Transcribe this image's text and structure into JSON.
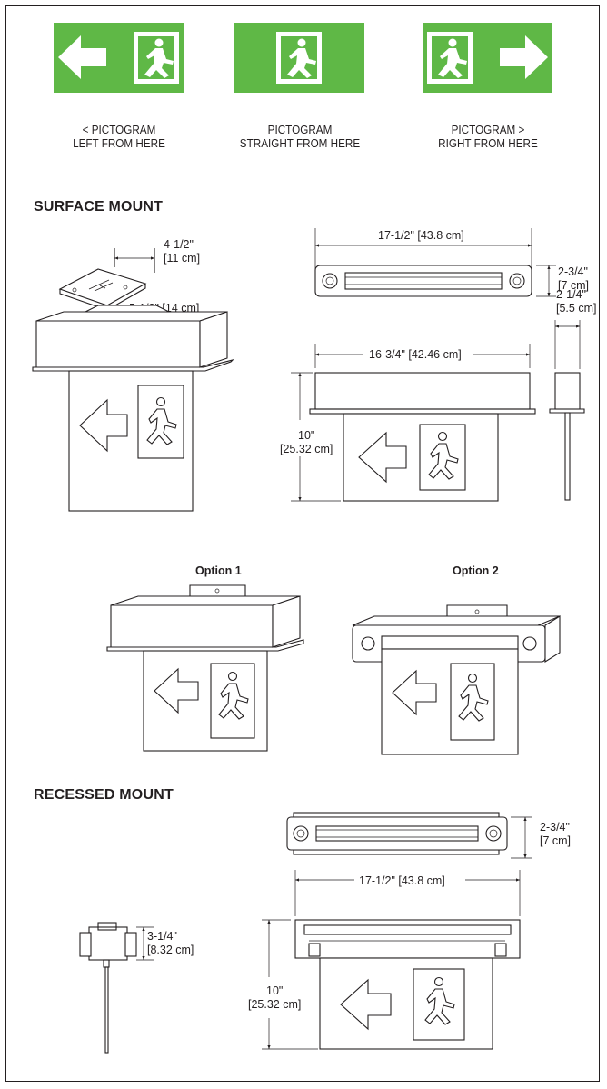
{
  "pictograms": [
    {
      "caption": "< PICTOGRAM\nLEFT FROM HERE",
      "direction": "left"
    },
    {
      "caption": "PICTOGRAM\nSTRAIGHT FROM HERE",
      "direction": "straight"
    },
    {
      "caption": "PICTOGRAM >\nRIGHT FROM HERE",
      "direction": "right"
    }
  ],
  "colors": {
    "sign_green": "#5fb846",
    "line": "#231f20"
  },
  "surface_mount": {
    "title": "SURFACE MOUNT",
    "dims": {
      "plate_width": "4-1/2\"\n[11 cm]",
      "plate_depth": "5-1/2\" [14 cm]",
      "top_width": "17-1/2\" [43.8 cm]",
      "top_height": "2-3/4\"\n[7 cm]",
      "side_depth": "2-1/4\"\n[5.5 cm]",
      "front_width": "16-3/4\" [42.46 cm]",
      "front_height": "10\"\n[25.32 cm]"
    }
  },
  "options": [
    "Option 1",
    "Option 2"
  ],
  "recessed_mount": {
    "title": "RECESSED MOUNT",
    "dims": {
      "top_height": "2-3/4\"\n[7 cm]",
      "front_width": "17-1/2\" [43.8 cm]",
      "side_height": "3-1/4\"\n[8.32 cm]",
      "front_height": "10\"\n[25.32 cm]"
    }
  }
}
